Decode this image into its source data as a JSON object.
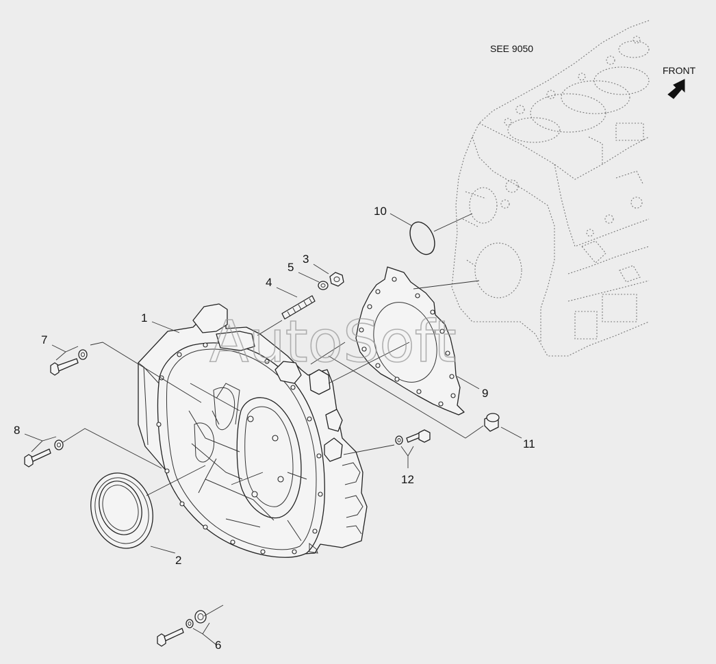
{
  "diagram": {
    "reference_note": "SEE 9050",
    "direction_label": "FRONT",
    "watermark": "AutoSoft",
    "callouts": [
      {
        "id": "c1",
        "label": "1"
      },
      {
        "id": "c2",
        "label": "2"
      },
      {
        "id": "c3",
        "label": "3"
      },
      {
        "id": "c4",
        "label": "4"
      },
      {
        "id": "c5",
        "label": "5"
      },
      {
        "id": "c6",
        "label": "6"
      },
      {
        "id": "c7",
        "label": "7"
      },
      {
        "id": "c8",
        "label": "8"
      },
      {
        "id": "c9",
        "label": "9"
      },
      {
        "id": "c10",
        "label": "10"
      },
      {
        "id": "c11",
        "label": "11"
      },
      {
        "id": "c12",
        "label": "12"
      }
    ]
  }
}
